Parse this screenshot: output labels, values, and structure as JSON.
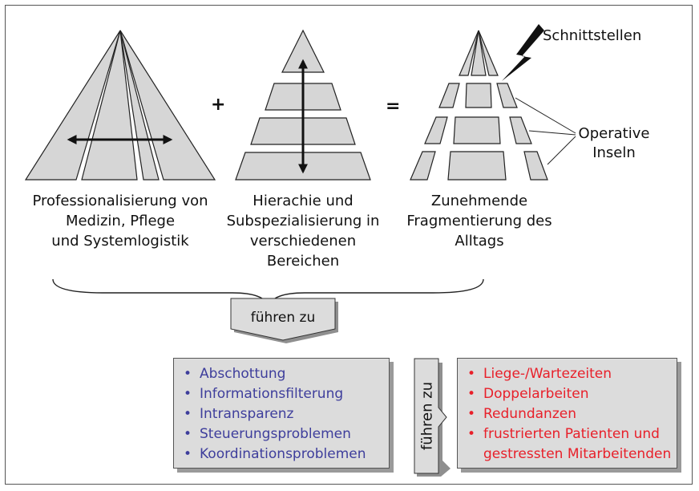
{
  "symbols": {
    "plus": "+",
    "equals": "="
  },
  "captions": {
    "left": "Professionalisierung von\nMedizin, Pflege\nund Systemlogistik",
    "middle": "Hierachie und\nSubspezialisierung in\nverschiedenen\nBereichen",
    "right": "Zunehmende\nFragmentierung des\nAlltags"
  },
  "annotations": {
    "schnittstellen": "Schnittstellen",
    "operative_inseln": "Operative\nInseln"
  },
  "arrow_label": "führen zu",
  "side_arrow_label": "führen zu",
  "problems": [
    "Abschottung",
    "Informationsfilterung",
    "Intransparenz",
    "Steuerungsproblemen",
    "Koordinationsproblemen"
  ],
  "consequences": [
    "Liege-/Wartezeiten",
    "Doppelarbeiten",
    "Redundanzen",
    "frustrierten Patienten und",
    "gestressten Mitarbeitenden"
  ],
  "bullet": "•",
  "colors": {
    "problems_text": "#3e3e9c",
    "consequences_text": "#e8202a",
    "shape_fill": "#d6d6d6"
  }
}
